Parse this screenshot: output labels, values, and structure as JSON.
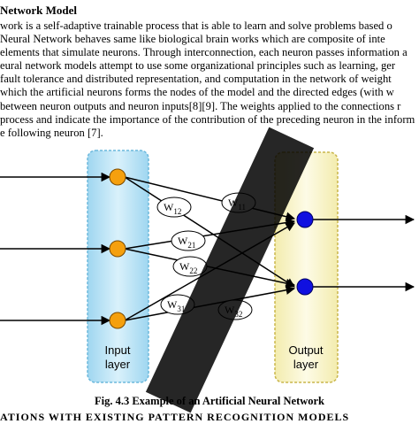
{
  "section_heading": "Network Model",
  "paragraph_lines": [
    "work is a self-adaptive trainable process that is able to learn and solve problems based o",
    " Neural Network behaves same like biological brain works which are composite of inte",
    "elements that simulate neurons. Through interconnection, each neuron passes information a",
    "eural network models attempt to use some organizational principles such as learning, ger",
    "fault tolerance and distributed representation, and computation in the network of weight",
    "which the artificial neurons forms the nodes of the model and the directed edges (with w",
    " between neuron outputs and neuron inputs[8][9]. The weights applied to the connections r",
    " process and indicate the importance of the contribution of the preceding neuron in the inform",
    "e following neuron [7]."
  ],
  "figure": {
    "input_layer_label": [
      "Input",
      "layer"
    ],
    "output_layer_label": [
      "Output",
      "layer"
    ],
    "weights": [
      {
        "base": "W",
        "sub": "12"
      },
      {
        "base": "W",
        "sub": "11"
      },
      {
        "base": "W",
        "sub": "21"
      },
      {
        "base": "W",
        "sub": "22"
      },
      {
        "base": "W",
        "sub": "31"
      },
      {
        "base": "W",
        "sub": "32"
      }
    ],
    "input_node_color": "#f5a00e",
    "output_node_color": "#1010e0",
    "input_box_color": "#bfe6f7",
    "output_box_color": "#fbf7c9"
  },
  "caption": "Fig. 4.3 Example of an Artificial Neural Network",
  "cut_text": "ATIONS WITH EXISTING PATTERN RECOGNITION MODELS"
}
